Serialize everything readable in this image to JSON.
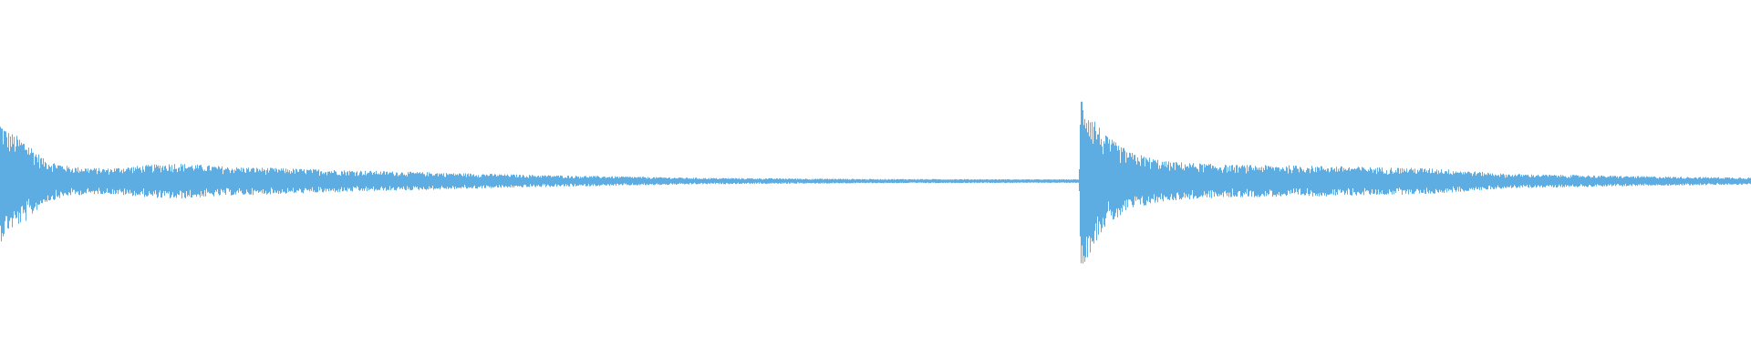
{
  "chart_data": {
    "type": "area",
    "title": "",
    "xlabel": "",
    "ylabel": "",
    "grid": false,
    "legend": "none",
    "color": "#5DADE2",
    "background": "#FFFFFF",
    "ylim": [
      -1,
      1
    ],
    "xlim": [
      0,
      1
    ],
    "series": [
      {
        "envelope": [
          [
            0.0,
            0.34
          ],
          [
            0.004,
            0.28
          ],
          [
            0.015,
            0.22
          ],
          [
            0.025,
            0.12
          ],
          [
            0.04,
            0.08
          ],
          [
            0.06,
            0.07
          ],
          [
            0.085,
            0.09
          ],
          [
            0.1,
            0.1
          ],
          [
            0.13,
            0.08
          ],
          [
            0.2,
            0.06
          ],
          [
            0.3,
            0.035
          ],
          [
            0.4,
            0.018
          ],
          [
            0.5,
            0.012
          ],
          [
            0.6,
            0.01
          ],
          [
            0.616,
            0.01
          ],
          [
            0.617,
            0.49
          ],
          [
            0.622,
            0.4
          ],
          [
            0.63,
            0.26
          ],
          [
            0.645,
            0.16
          ],
          [
            0.665,
            0.11
          ],
          [
            0.7,
            0.09
          ],
          [
            0.75,
            0.085
          ],
          [
            0.82,
            0.07
          ],
          [
            0.86,
            0.04
          ],
          [
            0.95,
            0.025
          ],
          [
            1.0,
            0.02
          ]
        ]
      }
    ]
  }
}
